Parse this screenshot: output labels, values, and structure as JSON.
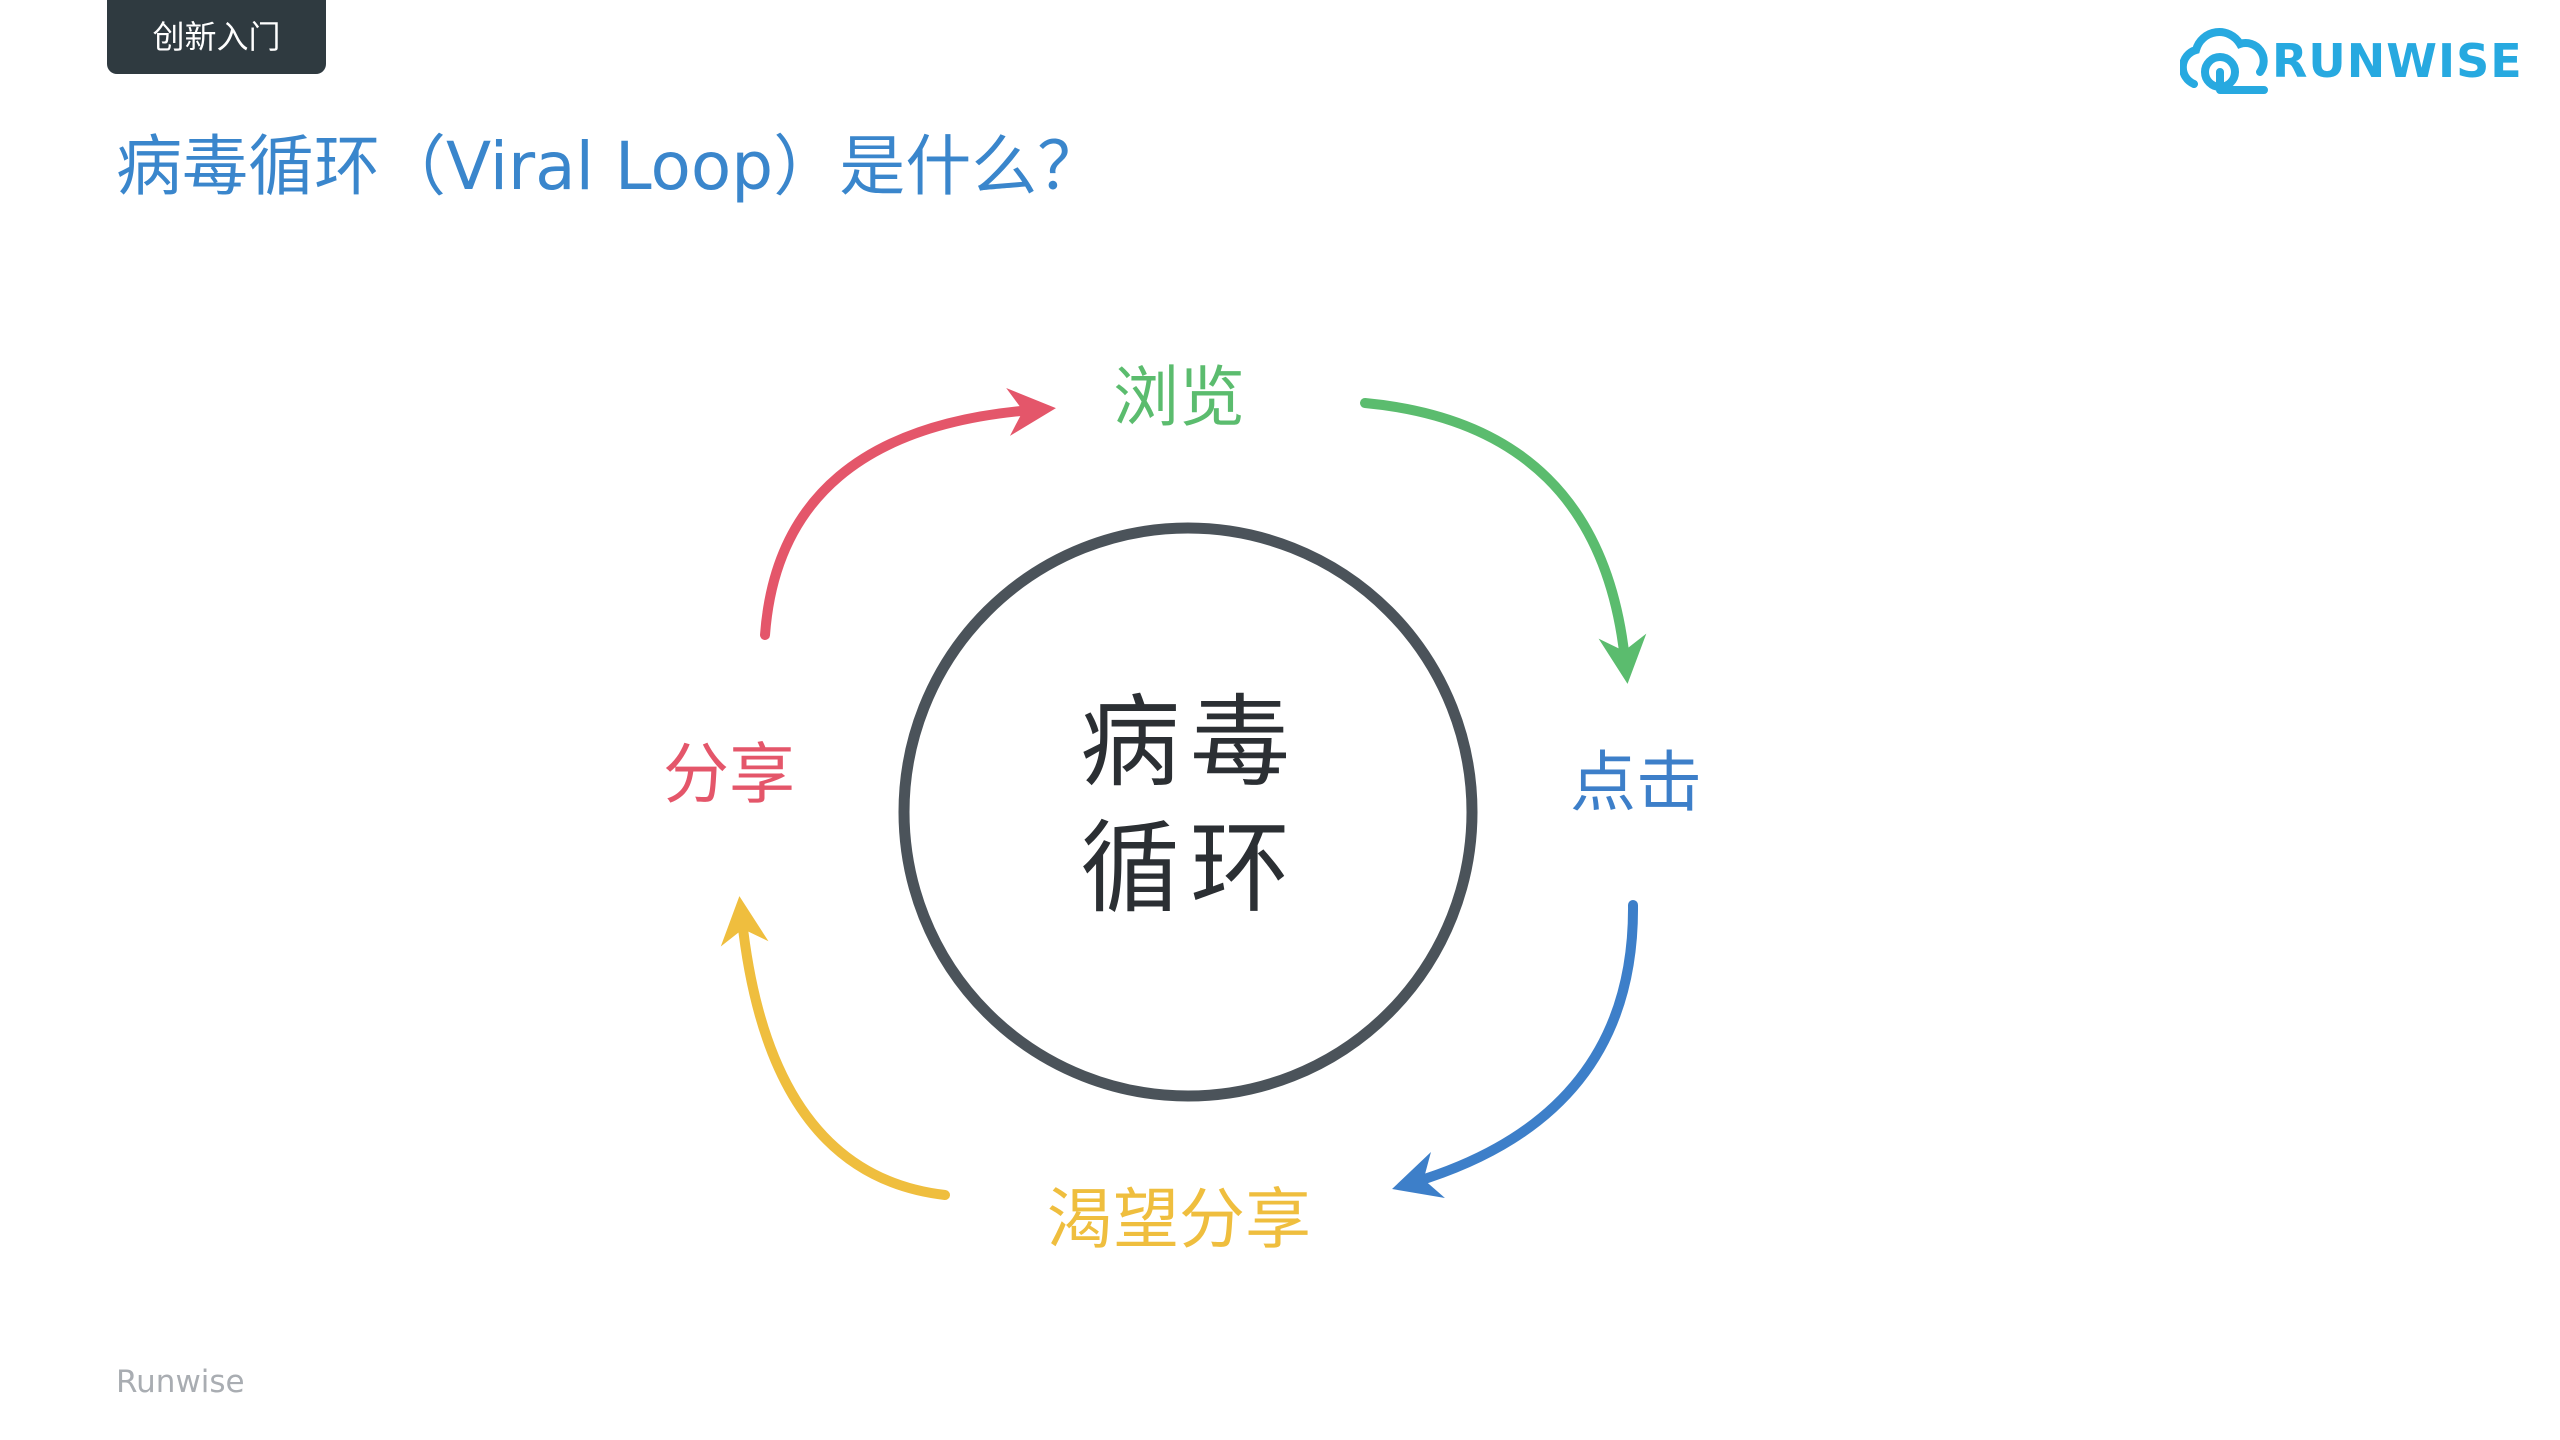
{
  "section_tab": "创新入门",
  "title": "病毒循环（Viral Loop）是什么？",
  "logo": {
    "wordmark": "RUNWISE",
    "icon": "cloud-loop-icon"
  },
  "diagram": {
    "center_lines": [
      "病毒",
      "循环"
    ],
    "nodes": [
      {
        "label": "浏览",
        "color": "#5bbc6e"
      },
      {
        "label": "点击",
        "color": "#3d7fc9"
      },
      {
        "label": "渴望分享",
        "color": "#efbe3e"
      },
      {
        "label": "分享",
        "color": "#e4566a"
      }
    ],
    "arrows": [
      {
        "from": "浏览",
        "to": "点击",
        "color": "#5bbc6e"
      },
      {
        "from": "点击",
        "to": "渴望分享",
        "color": "#3d7fc9"
      },
      {
        "from": "渴望分享",
        "to": "分享",
        "color": "#efbe3e"
      },
      {
        "from": "分享",
        "to": "浏览",
        "color": "#e4566a"
      }
    ]
  },
  "footer": "Runwise",
  "colors": {
    "title": "#3a86cc",
    "tab_bg": "#2f3a40",
    "circle": "#4b535a",
    "logo": "#27a9e0",
    "footer": "#a9adb2"
  }
}
